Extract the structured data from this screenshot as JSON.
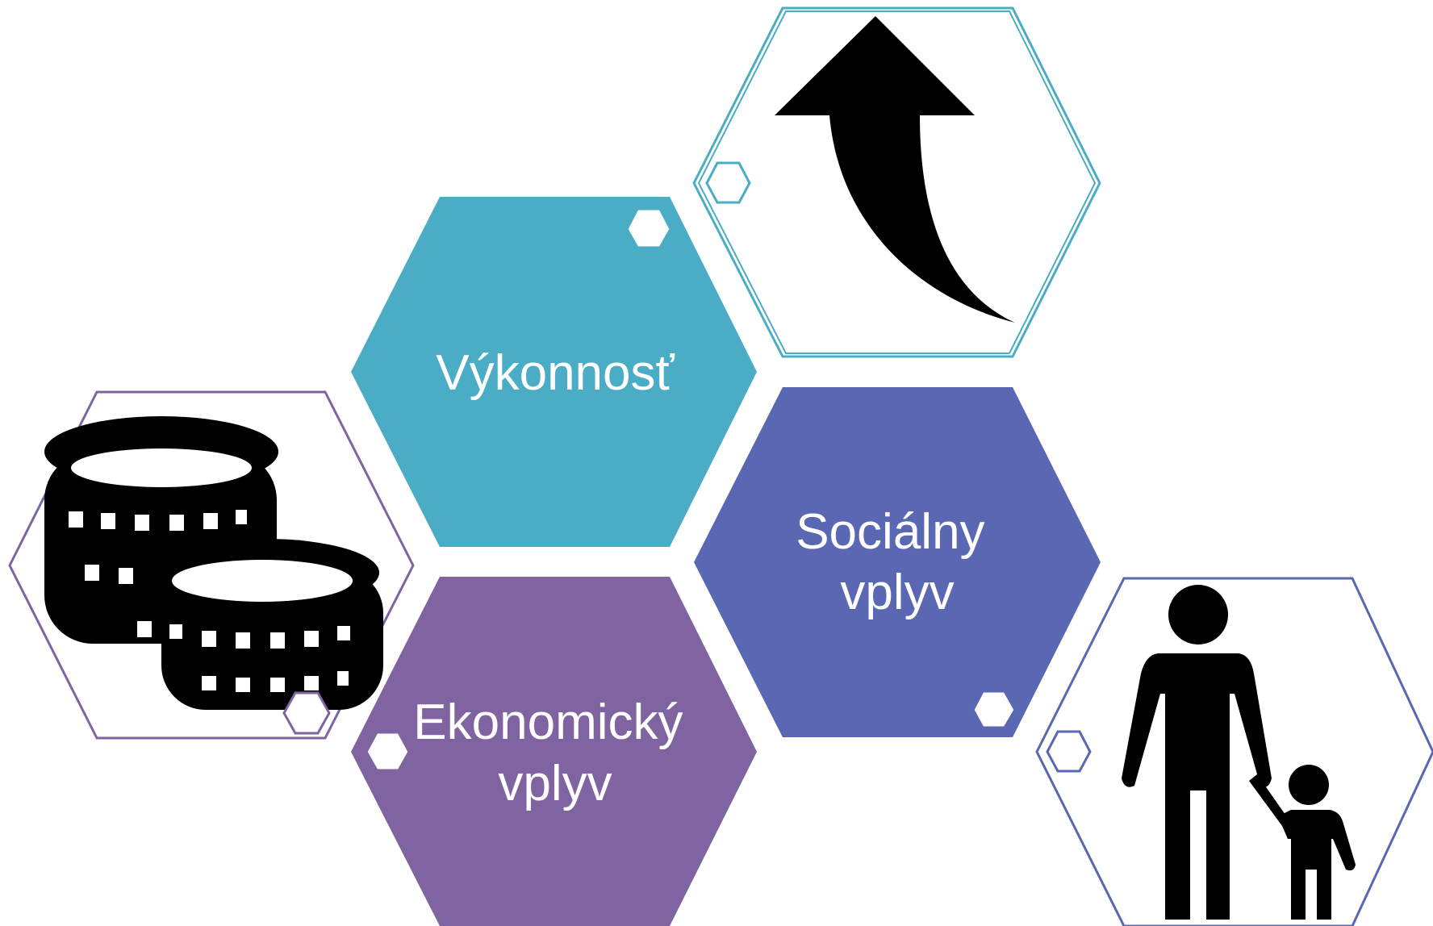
{
  "colors": {
    "teal": "#4BACC6",
    "indigo": "#5A67B3",
    "purple": "#8064A2",
    "icon": "#000000",
    "background": "#FFFFFF"
  },
  "hexagons": {
    "vykonnost": {
      "label": "Výkonnosť"
    },
    "socialny": {
      "line1": "Sociálny",
      "line2": "vplyv"
    },
    "ekonomicky": {
      "line1": "Ekonomický",
      "line2": "vplyv"
    }
  },
  "icons": {
    "growth": "curved-up-arrow-icon",
    "money": "coin-stack-icon",
    "family": "parent-child-icon"
  }
}
